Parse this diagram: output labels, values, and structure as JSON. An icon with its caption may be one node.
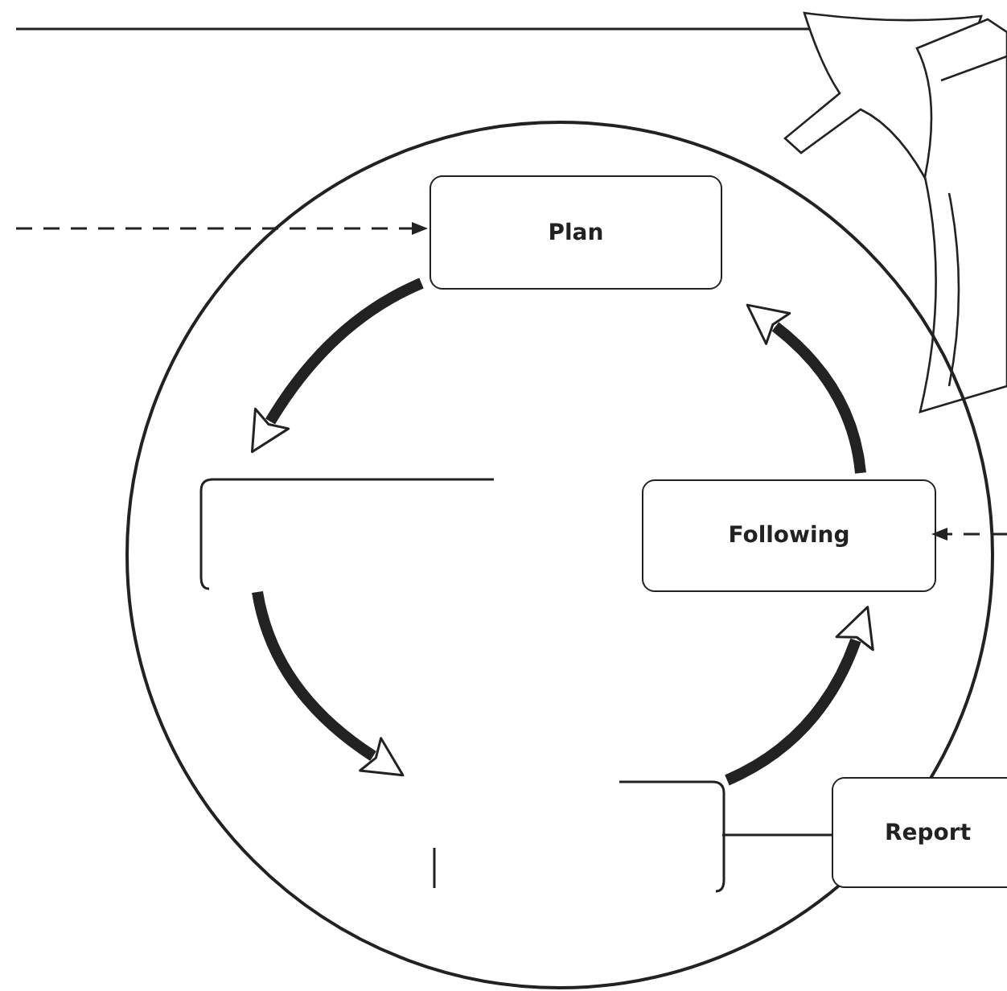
{
  "diagram": {
    "nodes": [
      {
        "text": [],
        "shape": "circle"
      },
      {
        "text": [
          "Plan"
        ],
        "in": 0
      },
      {
        "text": [],
        "shape": "box",
        "in": 0
      },
      {
        "text": [
          "Following"
        ],
        "in": 0
      },
      {
        "text": [],
        "shape": "box",
        "in": 0
      },
      {
        "text": [
          "Report"
        ]
      }
    ],
    "edges": [
      {
        "from": null,
        "to": 1,
        "arrow": "to",
        "style": "dashed"
      },
      {
        "from": null,
        "to": 3,
        "arrow": "to",
        "style": "dashed"
      },
      {
        "from": 5,
        "to": 4,
        "arrow": "none"
      },
      {
        "from": 1,
        "to": 2,
        "arrow": "to"
      },
      {
        "from": 2,
        "to": 4,
        "arrow": "to"
      },
      {
        "from": 4,
        "to": 3,
        "arrow": "to"
      },
      {
        "from": 3,
        "to": 1,
        "arrow": "to"
      }
    ]
  }
}
